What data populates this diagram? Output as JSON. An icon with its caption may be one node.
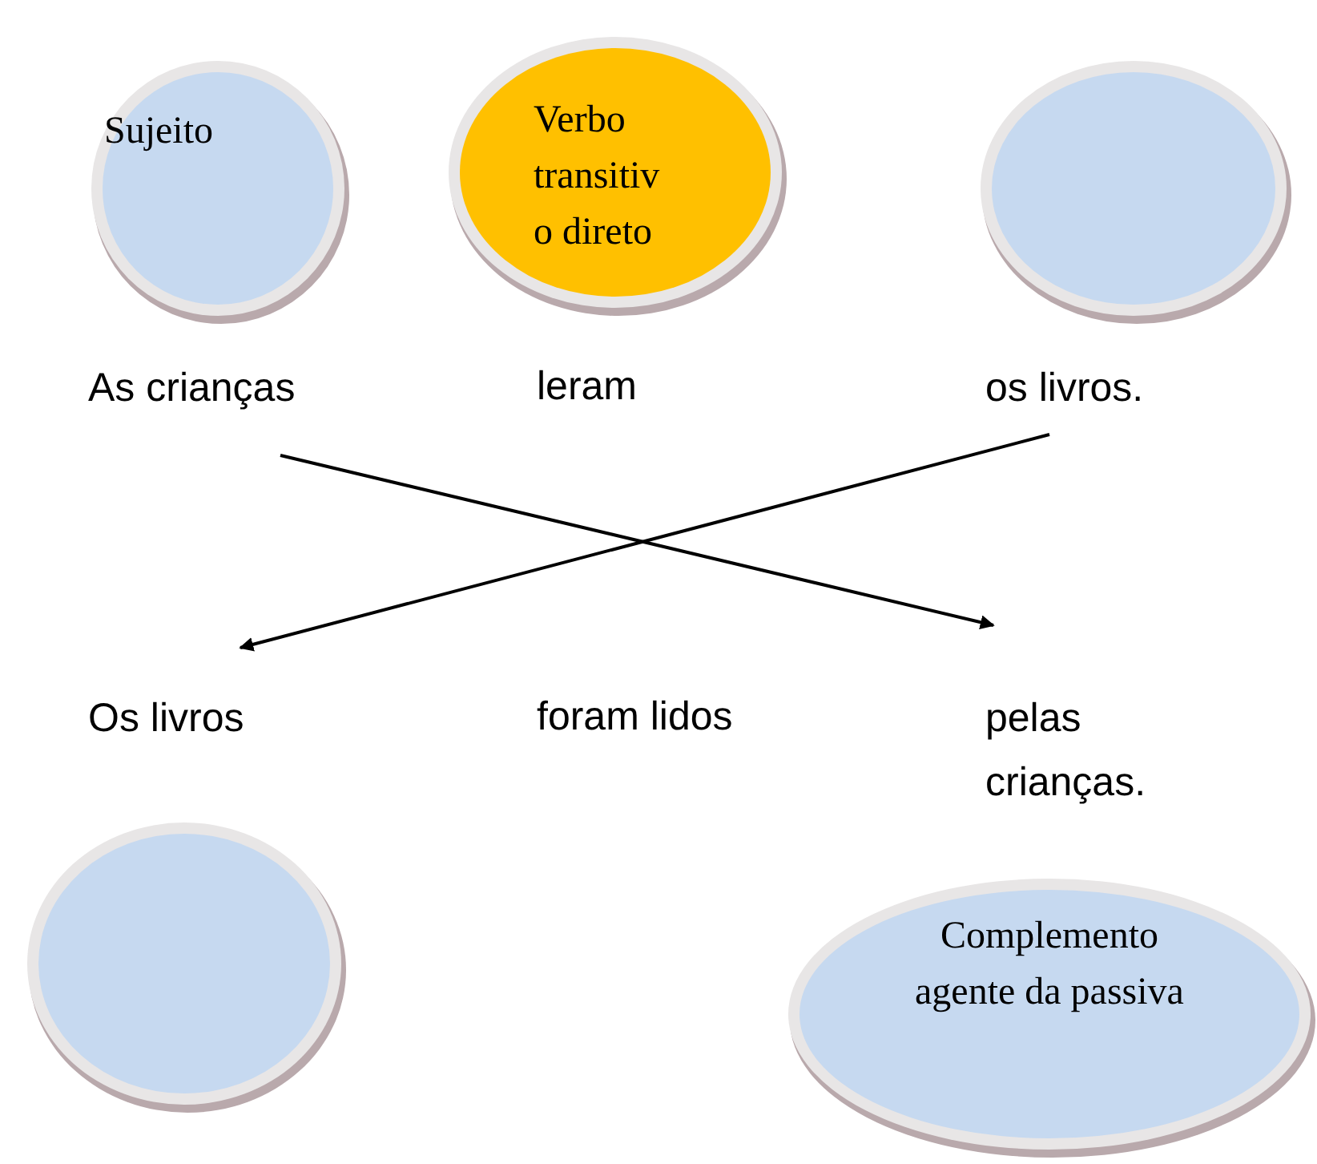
{
  "diagram": {
    "nodes": [
      {
        "text": [
          "Sujeito"
        ]
      },
      {
        "text": [
          "Verbo transitivo direto"
        ]
      },
      {
        "text": [],
        "shape": "circle"
      },
      {
        "text": [
          "As crianças"
        ]
      },
      {
        "text": [
          "os livros."
        ]
      },
      {
        "text": [
          "Os livros"
        ]
      },
      {
        "text": [
          "pelas crianças."
        ]
      },
      {
        "text": [],
        "shape": "circle"
      },
      {
        "text": [
          "Complemento agente da passiva"
        ]
      }
    ],
    "edges": [
      {
        "from": 3,
        "to": 6,
        "arrow": "to"
      },
      {
        "from": 4,
        "to": 5,
        "arrow": "to"
      }
    ],
    "labels": [
      "leram",
      "foram lidos"
    ]
  }
}
